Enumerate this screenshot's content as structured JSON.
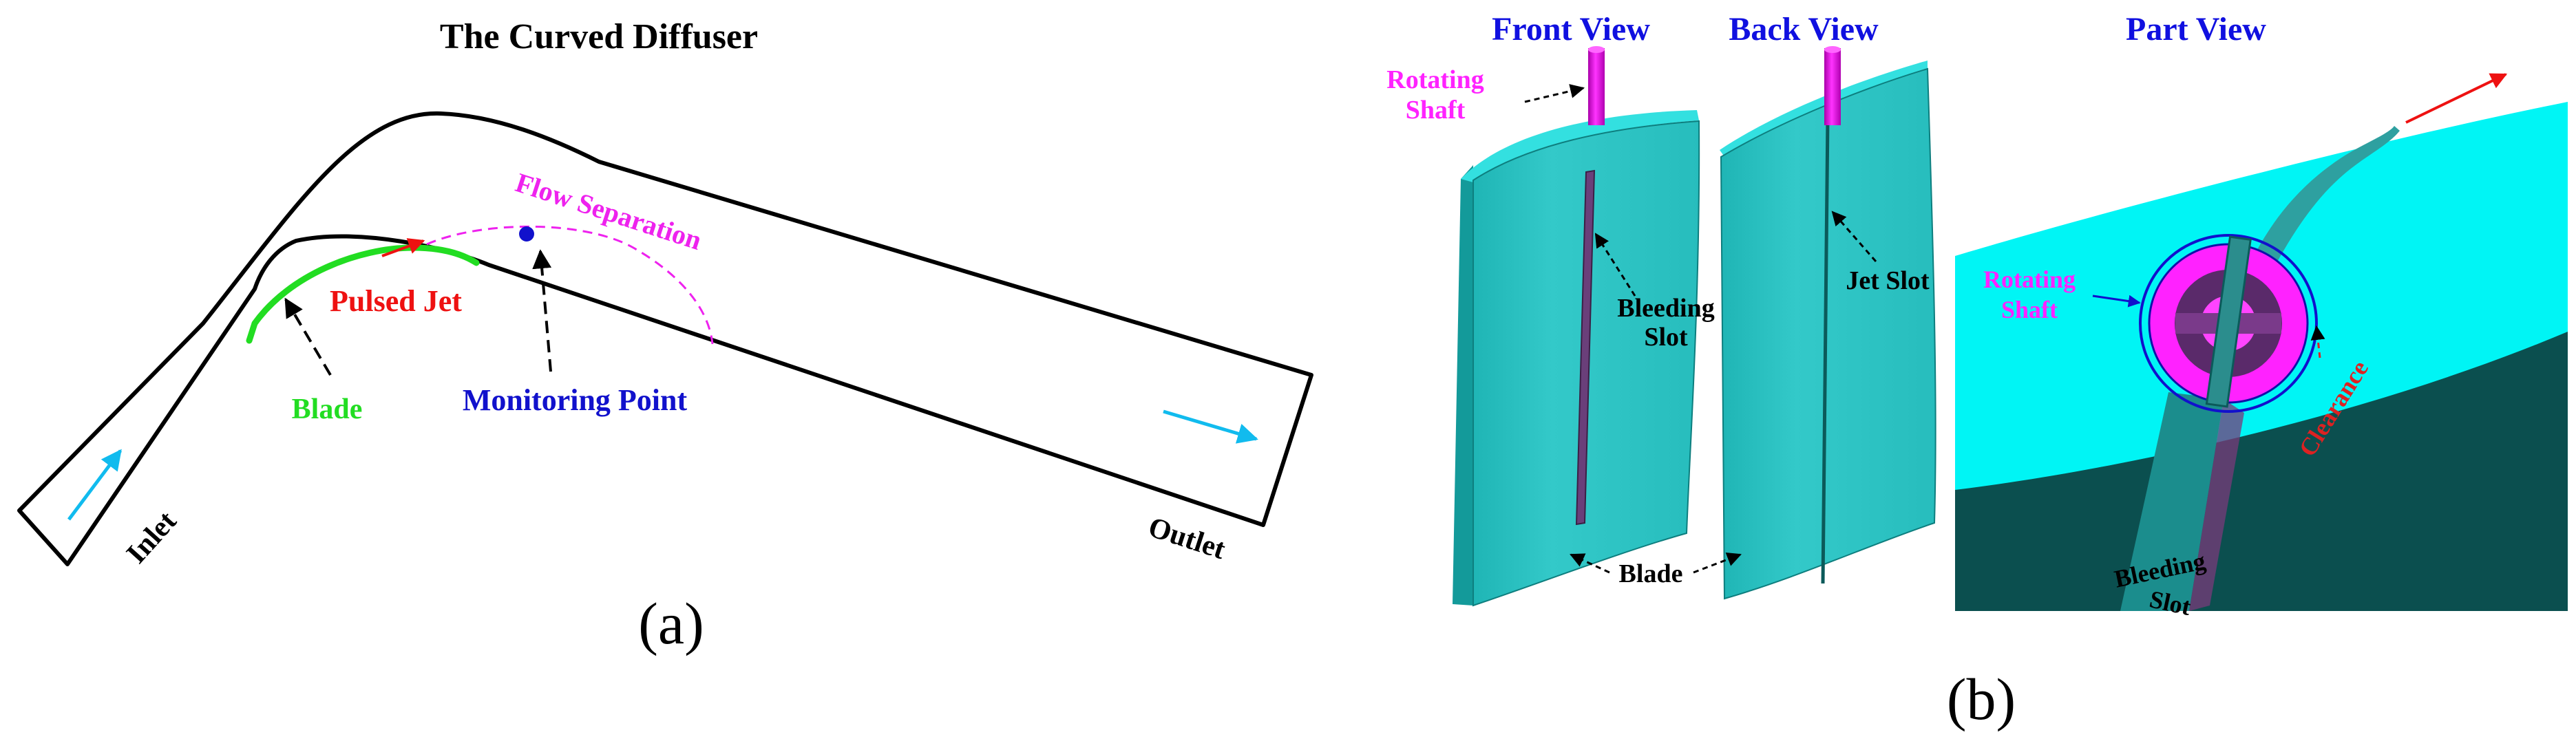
{
  "panel_a": {
    "title": "The Curved Diffuser",
    "inlet": "Inlet",
    "outlet": "Outlet",
    "blade": "Blade",
    "pulsed_jet": "Pulsed Jet",
    "flow_separation": "Flow Separation",
    "monitoring_point": "Monitoring Point",
    "caption": "(a)"
  },
  "panel_b": {
    "front_view": "Front View",
    "back_view": "Back View",
    "part_view": "Part View",
    "rotating": "Rotating",
    "shaft": "Shaft",
    "bleeding": "Bleeding",
    "slot": "Slot",
    "jet_slot": "Jet Slot",
    "blade": "Blade",
    "clearance": "Clearance",
    "caption": "(b)"
  },
  "colors": {
    "outline": "#000000",
    "blade_green": "#22dd22",
    "jet_red": "#ee1111",
    "separation_magenta": "#ee22ee",
    "monitor_blue": "#1111cc",
    "flow_cyan": "#11bbee",
    "cyan_surface": "#00f5f5",
    "teal_blade": "#2ec7c7",
    "dark_teal": "#0b4f4f",
    "shaft_magenta": "#ff22ff",
    "view_title_blue": "#1010e0",
    "clearance_red": "#dd2222"
  }
}
